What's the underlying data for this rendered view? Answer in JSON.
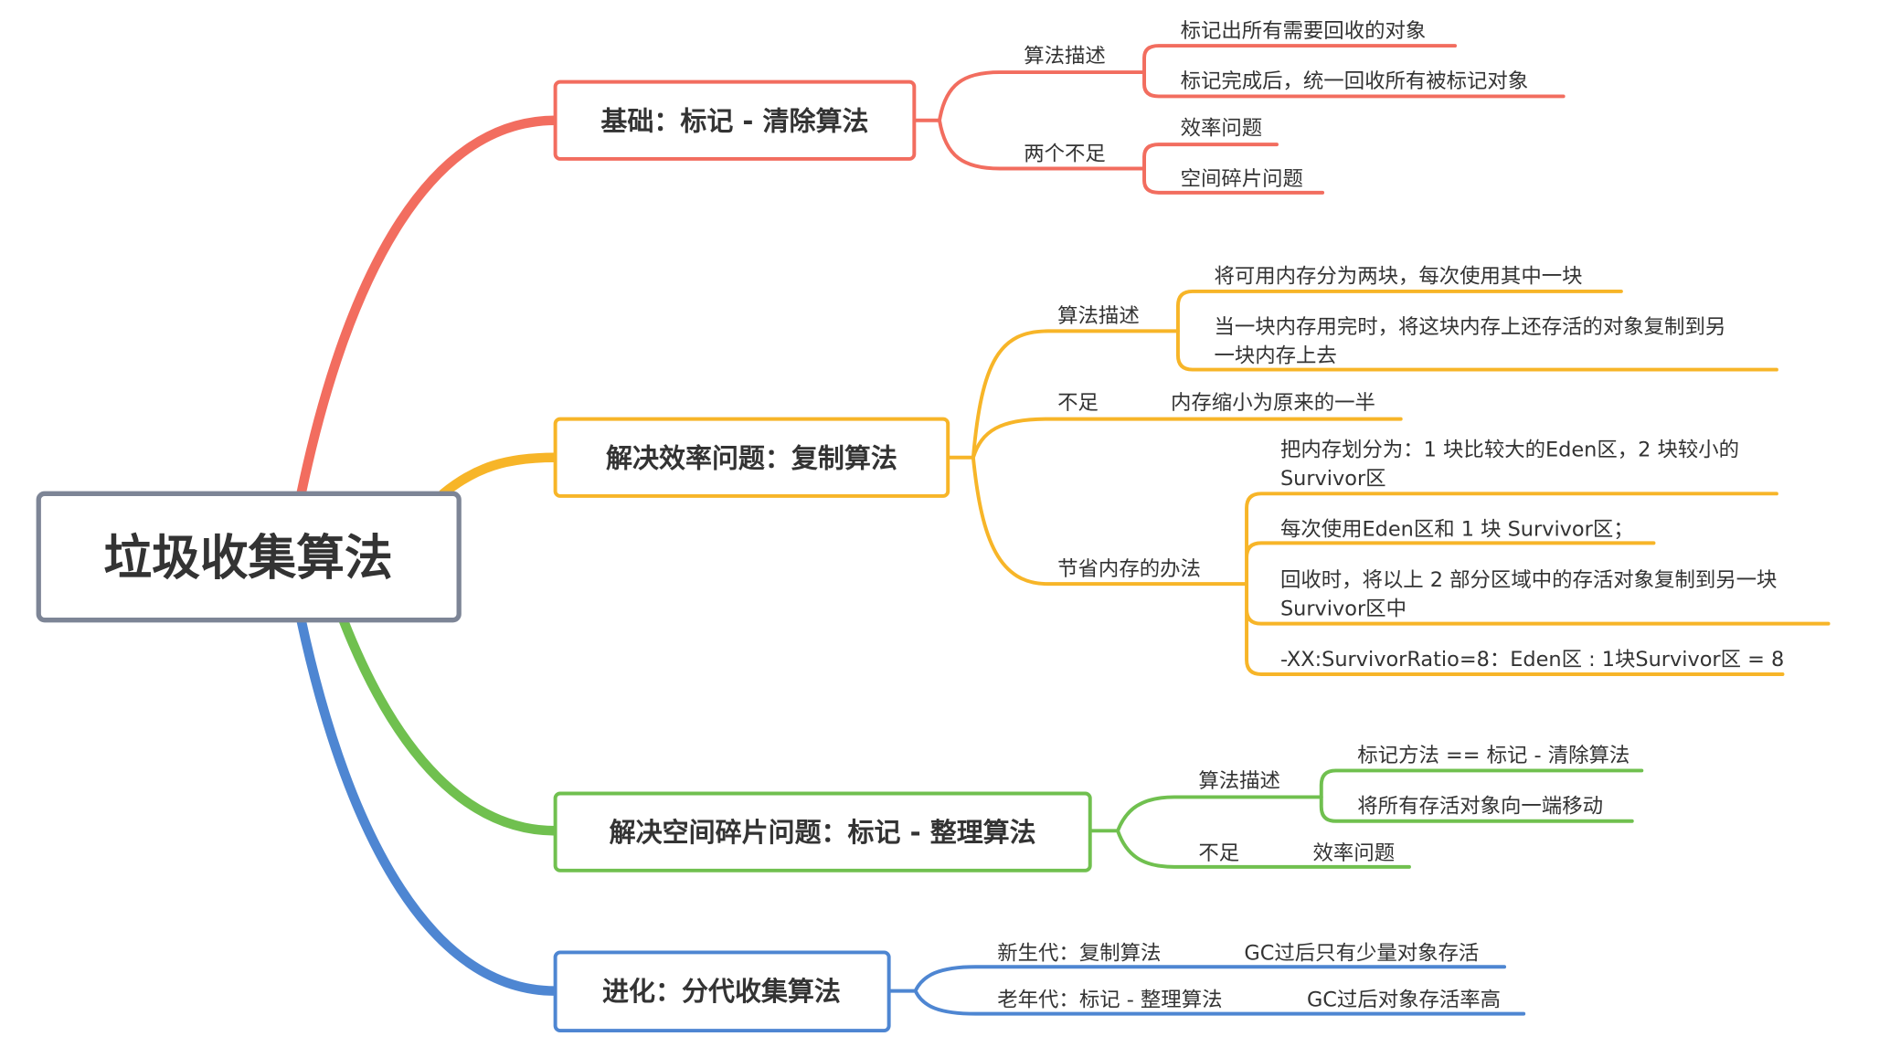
{
  "colors": {
    "red": "#f26d5f",
    "orange": "#f7b528",
    "green": "#70c04f",
    "blue": "#4e86d2",
    "root_border": "#7d8596",
    "text": "#333333"
  },
  "root": {
    "label": "垃圾收集算法"
  },
  "branches": [
    {
      "label": "基础：标记 - 清除算法",
      "children": [
        {
          "label": "算法描述",
          "children": [
            "标记出所有需要回收的对象",
            "标记完成后，统一回收所有被标记对象"
          ]
        },
        {
          "label": "两个不足",
          "children": [
            "效率问题",
            "空间碎片问题"
          ]
        }
      ]
    },
    {
      "label": "解决效率问题：复制算法",
      "children": [
        {
          "label": "算法描述",
          "children": [
            "将可用内存分为两块，每次使用其中一块",
            [
              "当一块内存用完时，将这块内存上还存活的对象复制到另",
              "一块内存上去"
            ]
          ]
        },
        {
          "label": "不足",
          "children": [
            "内存缩小为原来的一半"
          ]
        },
        {
          "label": "节省内存的办法",
          "children": [
            [
              "把内存划分为：1 块比较大的Eden区，2 块较小的",
              "Survivor区"
            ],
            [
              "每次使用Eden区和 1 块 Survivor区；"
            ],
            [
              "回收时，将以上 2 部分区域中的存活对象复制到另一块",
              "Survivor区中"
            ],
            [
              "-XX:SurvivorRatio=8：Eden区 : 1块Survivor区 = 8"
            ]
          ]
        }
      ]
    },
    {
      "label": "解决空间碎片问题：标记 - 整理算法",
      "children": [
        {
          "label": "算法描述",
          "children": [
            "标记方法 == 标记 - 清除算法",
            "将所有存活对象向一端移动"
          ]
        },
        {
          "label": "不足",
          "children": [
            "效率问题"
          ]
        }
      ]
    },
    {
      "label": "进化：分代收集算法",
      "children": [
        {
          "label": "新生代：复制算法",
          "children": [
            "GC过后只有少量对象存活"
          ]
        },
        {
          "label": "老年代：标记 - 整理算法",
          "children": [
            "GC过后对象存活率高"
          ]
        }
      ]
    }
  ]
}
